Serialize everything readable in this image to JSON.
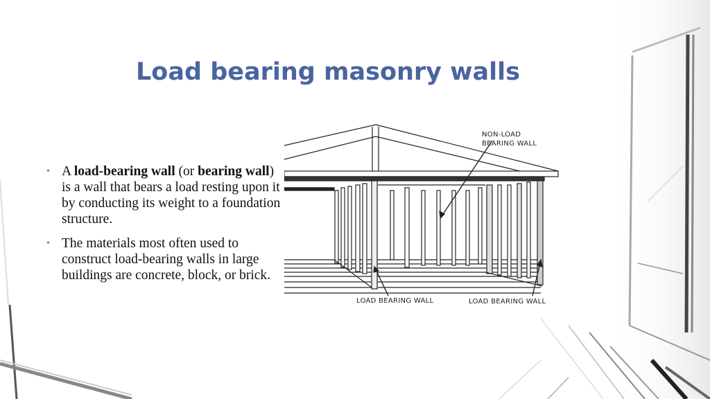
{
  "slide": {
    "title": "Load bearing masonry walls",
    "title_color": "#4a64a0",
    "bullets": [
      {
        "segments": [
          {
            "text": "A ",
            "bold": false
          },
          {
            "text": "load-bearing wall",
            "bold": true
          },
          {
            "text": " (or ",
            "bold": false
          },
          {
            "text": "bearing wall",
            "bold": true
          },
          {
            "text": ") is a wall that bears a load resting upon it by conducting its weight to a foundation structure.",
            "bold": false
          }
        ]
      },
      {
        "segments": [
          {
            "text": " The materials most often used to construct load-bearing walls in large buildings are concrete, block, or brick.",
            "bold": false
          }
        ]
      }
    ],
    "bullet_glyph": "•"
  },
  "figure": {
    "labels": {
      "non_load_line1": "NON-LOAD",
      "non_load_line2": "BEARING WALL",
      "load_left": "LOAD BEARING WALL",
      "load_right": "LOAD BEARING WALL"
    }
  }
}
